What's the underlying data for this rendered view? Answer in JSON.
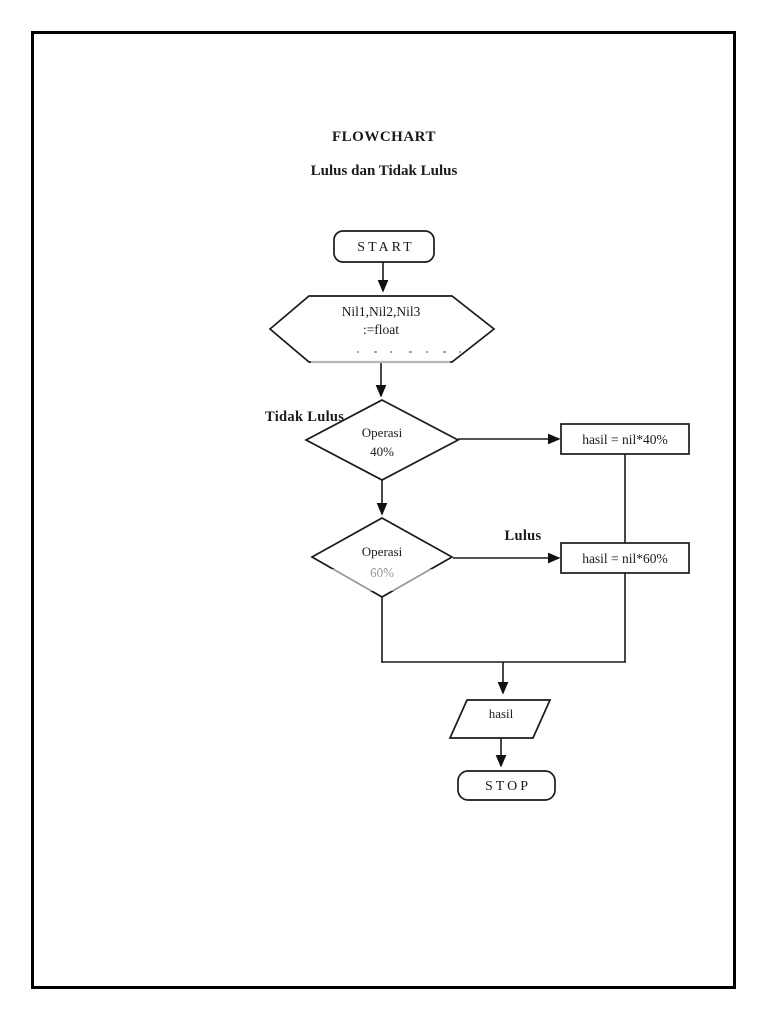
{
  "document": {
    "title": "FLOWCHART",
    "subtitle": "Lulus dan Tidak Lulus"
  },
  "flowchart": {
    "start": "START",
    "input_line1": "Nil1,Nil2,Nil3",
    "input_line2": ":=float",
    "decision40_line1": "Operasi",
    "decision40_line2": "40%",
    "process40": "hasil = nil*40%",
    "decision60_line1": "Operasi",
    "decision60_line2": "60%",
    "process60": "hasil = nil*60%",
    "output": "hasil",
    "stop": "STOP",
    "label_tidak_lulus": "Tidak Lulus",
    "label_lulus": "Lulus"
  },
  "colors": {
    "line_stroke": "#1a1a1a",
    "page_border": "#000000",
    "background": "#ffffff"
  }
}
